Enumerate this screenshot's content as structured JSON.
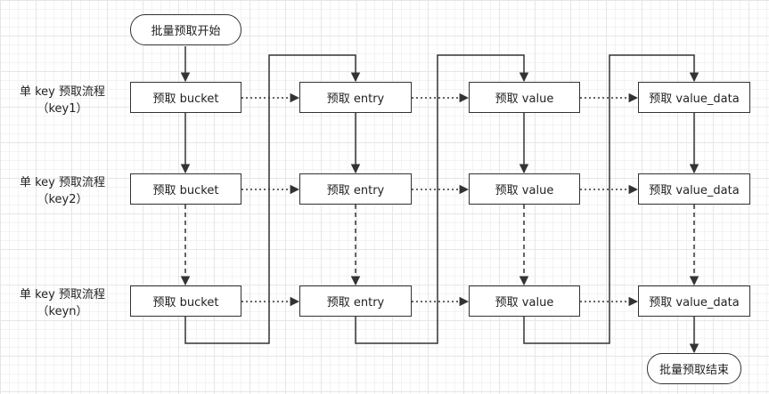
{
  "diagram": {
    "start": "批量预取开始",
    "end": "批量预取结束",
    "rows": [
      {
        "label": "单 key 预取流程",
        "key": "（key1）"
      },
      {
        "label": "单 key 预取流程",
        "key": "（key2）"
      },
      {
        "label": "单 key 预取流程",
        "key": "（keyn）"
      }
    ],
    "columns": [
      "预取 bucket",
      "预取 entry",
      "预取 value",
      "预取 value_data"
    ]
  },
  "colors": {
    "stroke": "#333333",
    "grid": "#e6e6e6"
  }
}
